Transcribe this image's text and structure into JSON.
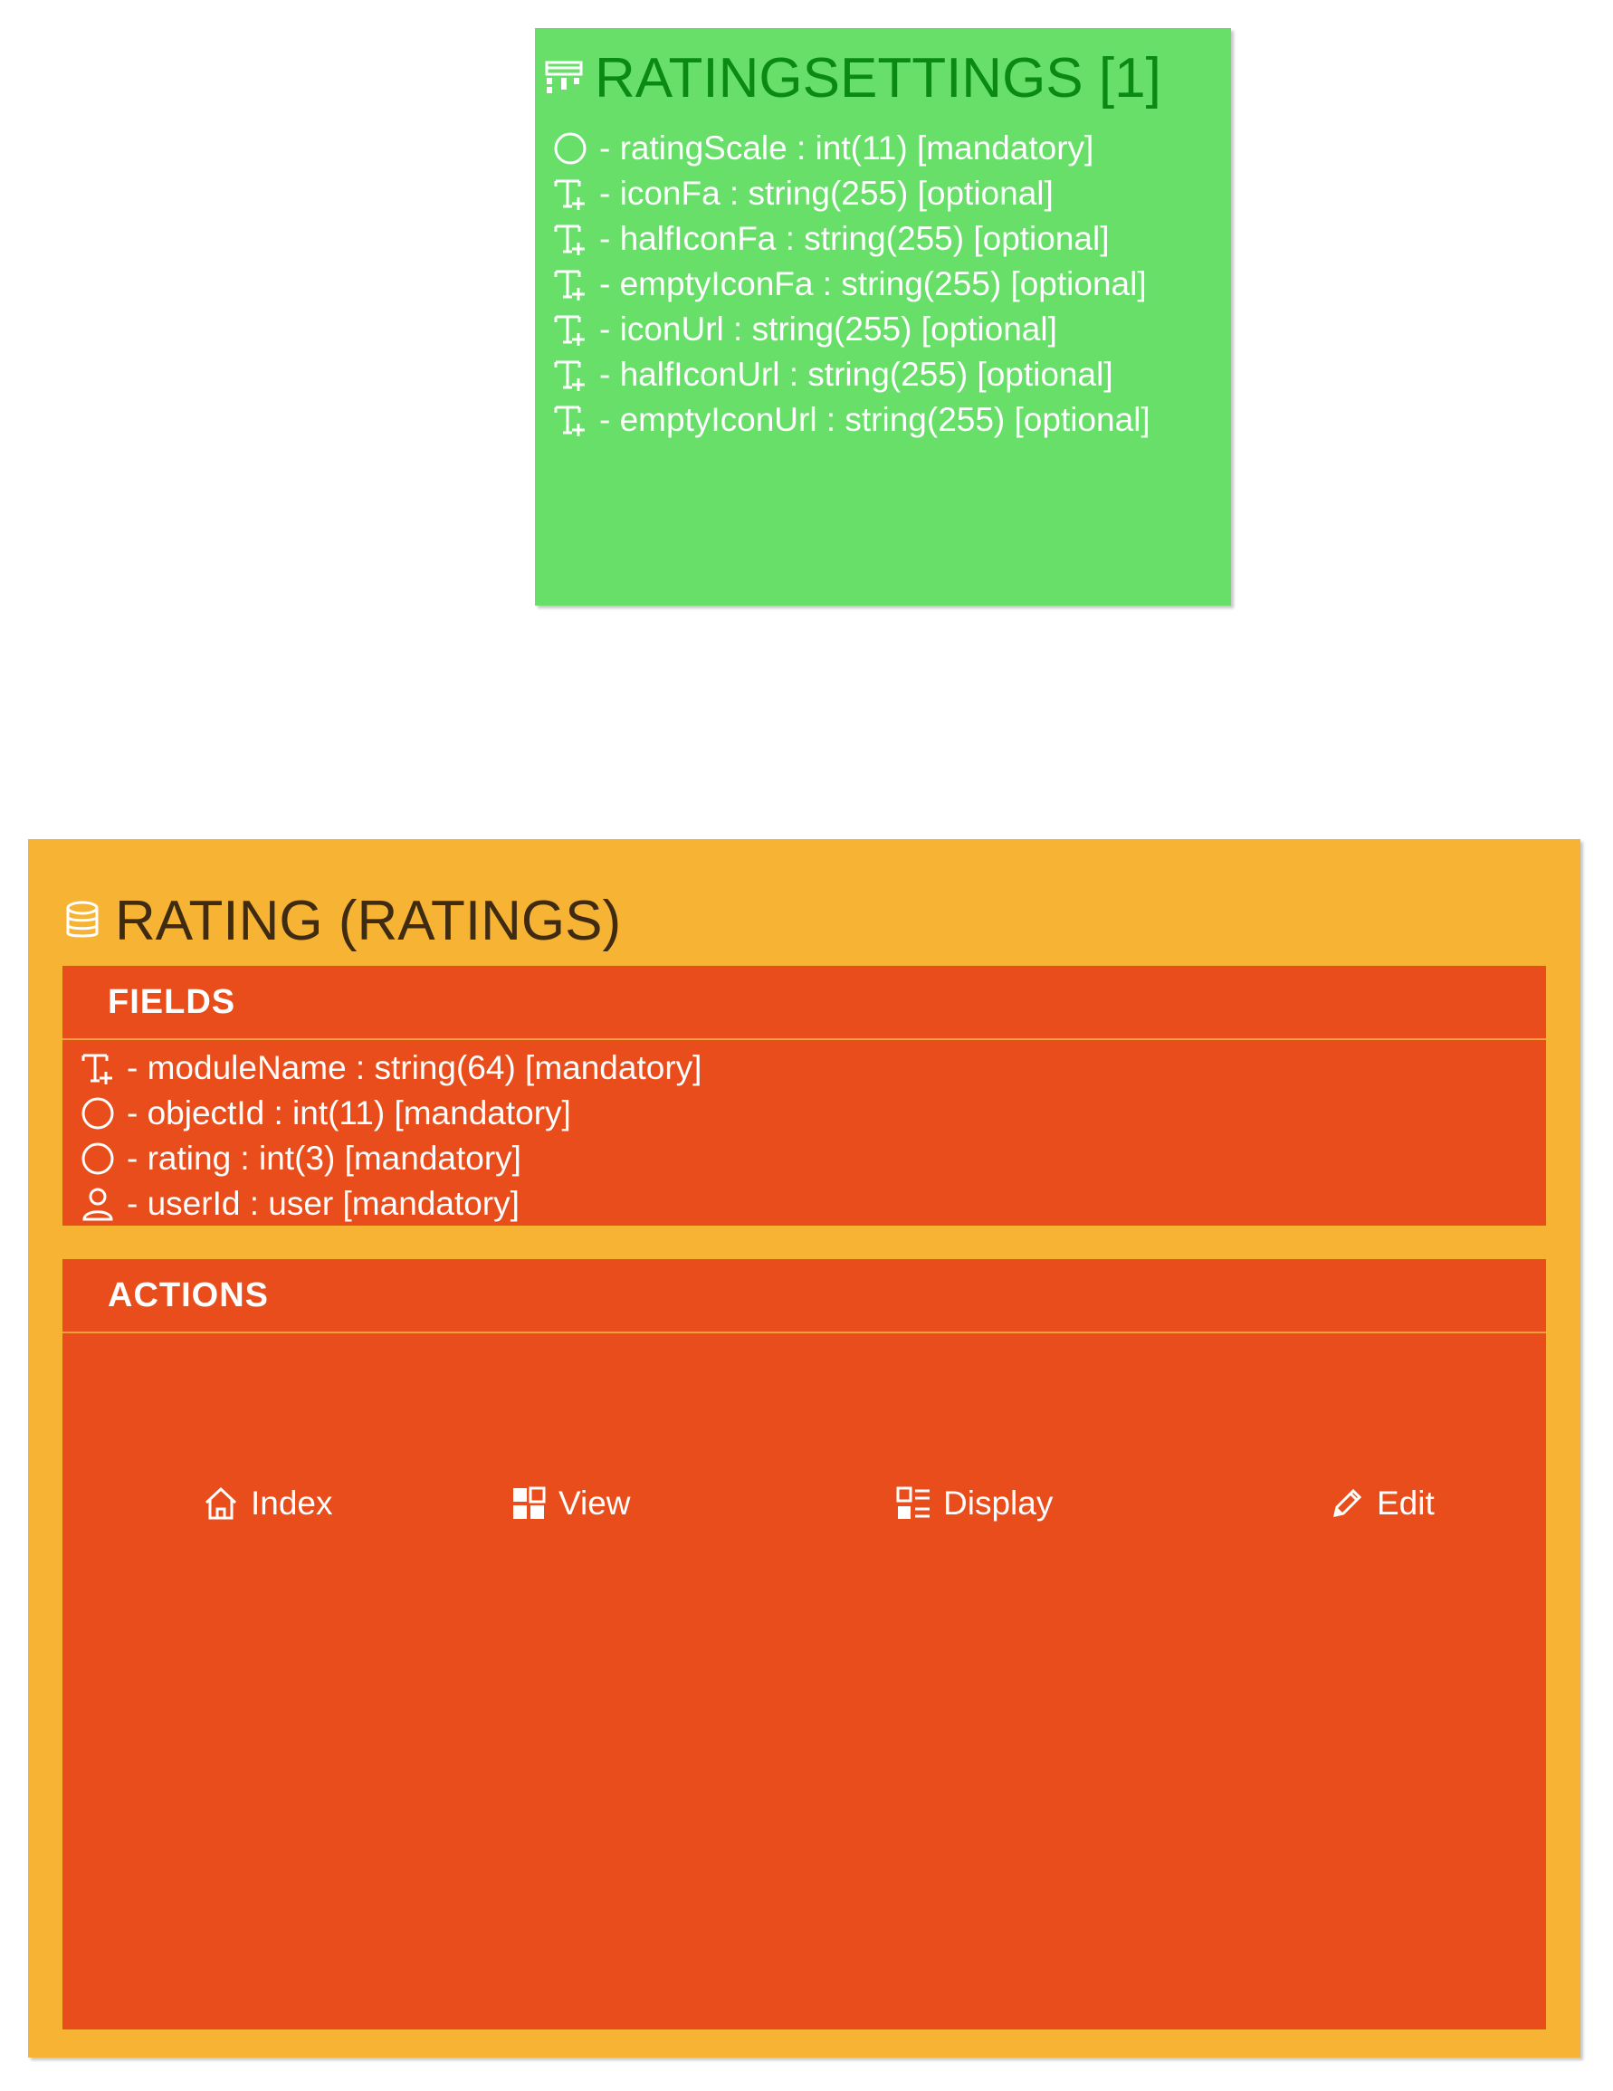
{
  "settings_box": {
    "title": "RATINGSETTINGS [1]",
    "icon": "settings-table-icon",
    "color": "#67df69",
    "title_color": "#0a8a12",
    "fields": [
      {
        "text": "- ratingScale : int(11) [mandatory]",
        "icon": "integer-circle-icon"
      },
      {
        "text": "- iconFa : string(255) [optional]",
        "icon": "text-type-icon"
      },
      {
        "text": "- halfIconFa : string(255) [optional]",
        "icon": "text-type-icon"
      },
      {
        "text": "- emptyIconFa : string(255) [optional]",
        "icon": "text-type-icon"
      },
      {
        "text": "- iconUrl : string(255) [optional]",
        "icon": "text-type-icon"
      },
      {
        "text": "- halfIconUrl : string(255) [optional]",
        "icon": "text-type-icon"
      },
      {
        "text": "- emptyIconUrl : string(255) [optional]",
        "icon": "text-type-icon"
      }
    ]
  },
  "rating_box": {
    "title": "RATING (RATINGS)",
    "icon": "database-icon",
    "color": "#f6b334",
    "section_color": "#e84d1b",
    "fields_header": "FIELDS",
    "fields": [
      {
        "text": "- moduleName : string(64) [mandatory]",
        "icon": "text-type-icon"
      },
      {
        "text": "- objectId : int(11) [mandatory]",
        "icon": "integer-circle-icon"
      },
      {
        "text": "- rating : int(3) [mandatory]",
        "icon": "integer-circle-icon"
      },
      {
        "text": "- userId : user [mandatory]",
        "icon": "user-icon"
      }
    ],
    "actions_header": "ACTIONS",
    "actions": [
      {
        "label": "Index",
        "icon": "home-icon"
      },
      {
        "label": "View",
        "icon": "grid-icon"
      },
      {
        "label": "Display",
        "icon": "list-icon"
      },
      {
        "label": "Edit",
        "icon": "pencil-icon"
      }
    ]
  }
}
